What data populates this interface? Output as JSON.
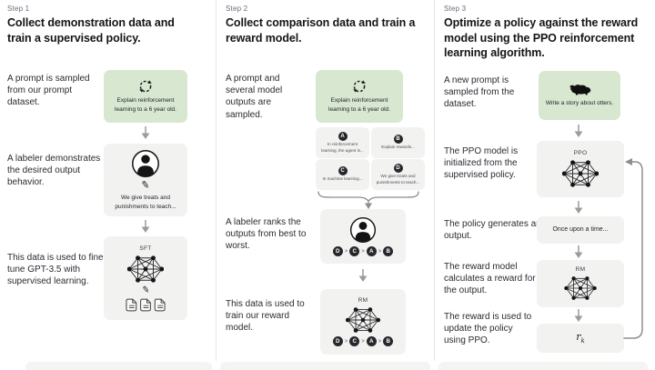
{
  "figure": "ChatGPT training method diagram (RLHF, three steps)",
  "colors": {
    "background": "#ffffff",
    "prompt_box_green": "#d7e7d0",
    "model_box_gray": "#f2f2f1",
    "rank_circle_dark": "#26272b",
    "arrow_gray": "#9b9b9b",
    "divider_gray": "#e7e7e7"
  },
  "steps": [
    {
      "label": "Step 1",
      "title": "Collect demonstration data and train a supervised policy.",
      "rows": {
        "prompt": {
          "text": "A prompt is sampled from our prompt dataset.",
          "box": "Explain reinforcement learning to a 6 year old."
        },
        "labeler": {
          "text": "A labeler demonstrates the desired output behavior.",
          "box": "We give treats and punishments to teach..."
        },
        "sft": {
          "text": "This data is used to fine-tune GPT-3.5 with supervised learning.",
          "box_label": "SFT"
        }
      }
    },
    {
      "label": "Step 2",
      "title": "Collect comparison data and train a reward model.",
      "rows": {
        "prompt": {
          "text": "A prompt and several model outputs are sampled.",
          "box": "Explain reinforcement learning to a 6 year old."
        },
        "outputs": [
          {
            "letter": "A",
            "text": "In reinforcement learning, the agent is..."
          },
          {
            "letter": "B",
            "text": "Explain rewards..."
          },
          {
            "letter": "C",
            "text": "In machine learning..."
          },
          {
            "letter": "D",
            "text": "We give treats and punishments to teach..."
          }
        ],
        "labeler": {
          "text": "A labeler ranks the outputs from best to worst."
        },
        "ranking": {
          "items": [
            "D",
            "C",
            "A",
            "B"
          ],
          "separator": ">"
        },
        "rm": {
          "text": "This data is used to train our reward model.",
          "box_label": "RM"
        }
      }
    },
    {
      "label": "Step 3",
      "title": "Optimize a policy against the reward model using the PPO reinforcement learning algorithm.",
      "rows": {
        "prompt": {
          "text": "A new prompt is sampled from the dataset.",
          "box": "Write a story about otters."
        },
        "ppo": {
          "text": "The PPO model is initialized from the supervised policy.",
          "box_label": "PPO"
        },
        "output": {
          "text": "The policy generates an output.",
          "box": "Once upon a time..."
        },
        "rm": {
          "text": "The reward model calculates a reward for the output.",
          "box_label": "RM"
        },
        "reward": {
          "text": "The reward is used to update the policy using PPO.",
          "var": "r",
          "sub": "k"
        }
      }
    }
  ]
}
